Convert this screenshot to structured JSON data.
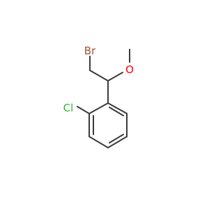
{
  "molecule": {
    "atoms": [
      {
        "id": "br",
        "label": "Br",
        "color": "#a0522d"
      },
      {
        "id": "o",
        "label": "O",
        "color": "#ff0000"
      },
      {
        "id": "cl",
        "label": "Cl",
        "color": "#32b432"
      }
    ],
    "bond_color": "#3a3a3a"
  }
}
